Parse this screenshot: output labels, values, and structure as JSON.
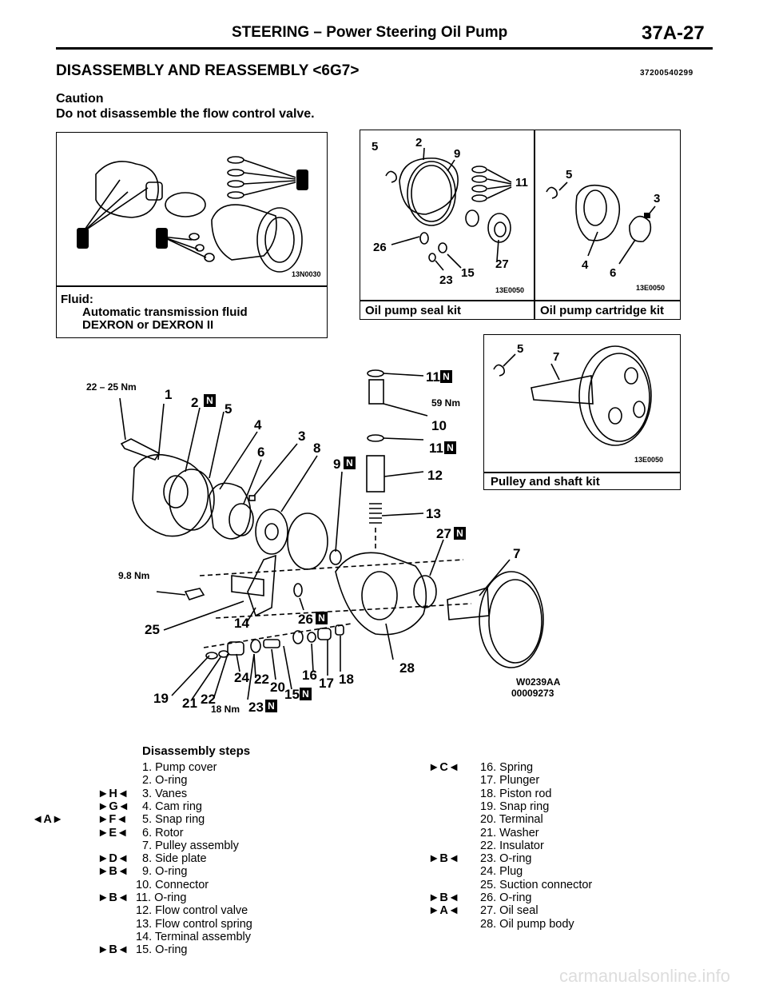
{
  "header": {
    "title": "STEERING – Power Steering Oil Pump",
    "page": "37A-27"
  },
  "section": {
    "title": "DISASSEMBLY AND REASSEMBLY <6G7>",
    "code": "37200540299"
  },
  "caution": {
    "heading": "Caution",
    "text": "Do not disassemble the flow control valve."
  },
  "fluid_box": {
    "code": "13N0030",
    "label": "Fluid:",
    "line1": "Automatic transmission fluid",
    "line2": "DEXRON or DEXRON II"
  },
  "seal_kit": {
    "code": "13E0050",
    "caption": "Oil pump seal kit",
    "callouts": [
      "5",
      "2",
      "9",
      "11",
      "26",
      "27",
      "15",
      "23"
    ]
  },
  "cartridge_kit": {
    "code": "13E0050",
    "caption": "Oil pump cartridge kit",
    "callouts": [
      "5",
      "3",
      "4",
      "6"
    ]
  },
  "pulley_kit": {
    "code": "13E0050",
    "caption": "Pulley and shaft kit",
    "callouts": [
      "5",
      "7"
    ]
  },
  "main_diagram": {
    "torques": {
      "t1": "22 – 25 Nm",
      "t2": "59 Nm",
      "t3": "9.8 Nm",
      "t4": "18 Nm"
    },
    "callouts": [
      "1",
      "2",
      "5",
      "4",
      "3",
      "6",
      "8",
      "9",
      "11",
      "10",
      "11",
      "12",
      "13",
      "27",
      "7",
      "14",
      "25",
      "26",
      "28",
      "16",
      "17",
      "18",
      "22",
      "20",
      "15",
      "24",
      "19",
      "21",
      "22",
      "23"
    ],
    "new_mark": "N",
    "code1": "W0239AA",
    "code2": "00009273"
  },
  "steps": {
    "heading": "Disassembly steps",
    "left": [
      {
        "mark": "",
        "text": "1. Pump cover"
      },
      {
        "mark": "",
        "text": "2. O-ring"
      },
      {
        "mark": "►H◄",
        "text": "3. Vanes"
      },
      {
        "mark": "►G◄",
        "text": "4. Cam ring"
      },
      {
        "mark": "►F◄",
        "pre": "◄A►",
        "text": "5. Snap ring"
      },
      {
        "mark": "►E◄",
        "text": "6. Rotor"
      },
      {
        "mark": "",
        "text": "7. Pulley assembly"
      },
      {
        "mark": "►D◄",
        "text": "8. Side plate"
      },
      {
        "mark": "►B◄",
        "text": "9. O-ring"
      },
      {
        "mark": "",
        "text": "10. Connector"
      },
      {
        "mark": "►B◄",
        "text": "11. O-ring"
      },
      {
        "mark": "",
        "text": "12. Flow control valve"
      },
      {
        "mark": "",
        "text": "13. Flow control spring"
      },
      {
        "mark": "",
        "text": "14. Terminal assembly"
      },
      {
        "mark": "►B◄",
        "text": "15. O-ring"
      }
    ],
    "right": [
      {
        "mark": "►C◄",
        "text": "16. Spring"
      },
      {
        "mark": "",
        "text": "17. Plunger"
      },
      {
        "mark": "",
        "text": "18. Piston rod"
      },
      {
        "mark": "",
        "text": "19. Snap ring"
      },
      {
        "mark": "",
        "text": "20. Terminal"
      },
      {
        "mark": "",
        "text": "21. Washer"
      },
      {
        "mark": "",
        "text": "22. Insulator"
      },
      {
        "mark": "►B◄",
        "text": "23. O-ring"
      },
      {
        "mark": "",
        "text": "24. Plug"
      },
      {
        "mark": "",
        "text": "25. Suction connector"
      },
      {
        "mark": "►B◄",
        "text": "26. O-ring"
      },
      {
        "mark": "►A◄",
        "text": "27. Oil seal"
      },
      {
        "mark": "",
        "text": "28. Oil pump body"
      }
    ]
  },
  "watermark": "carmanualsonline.info"
}
